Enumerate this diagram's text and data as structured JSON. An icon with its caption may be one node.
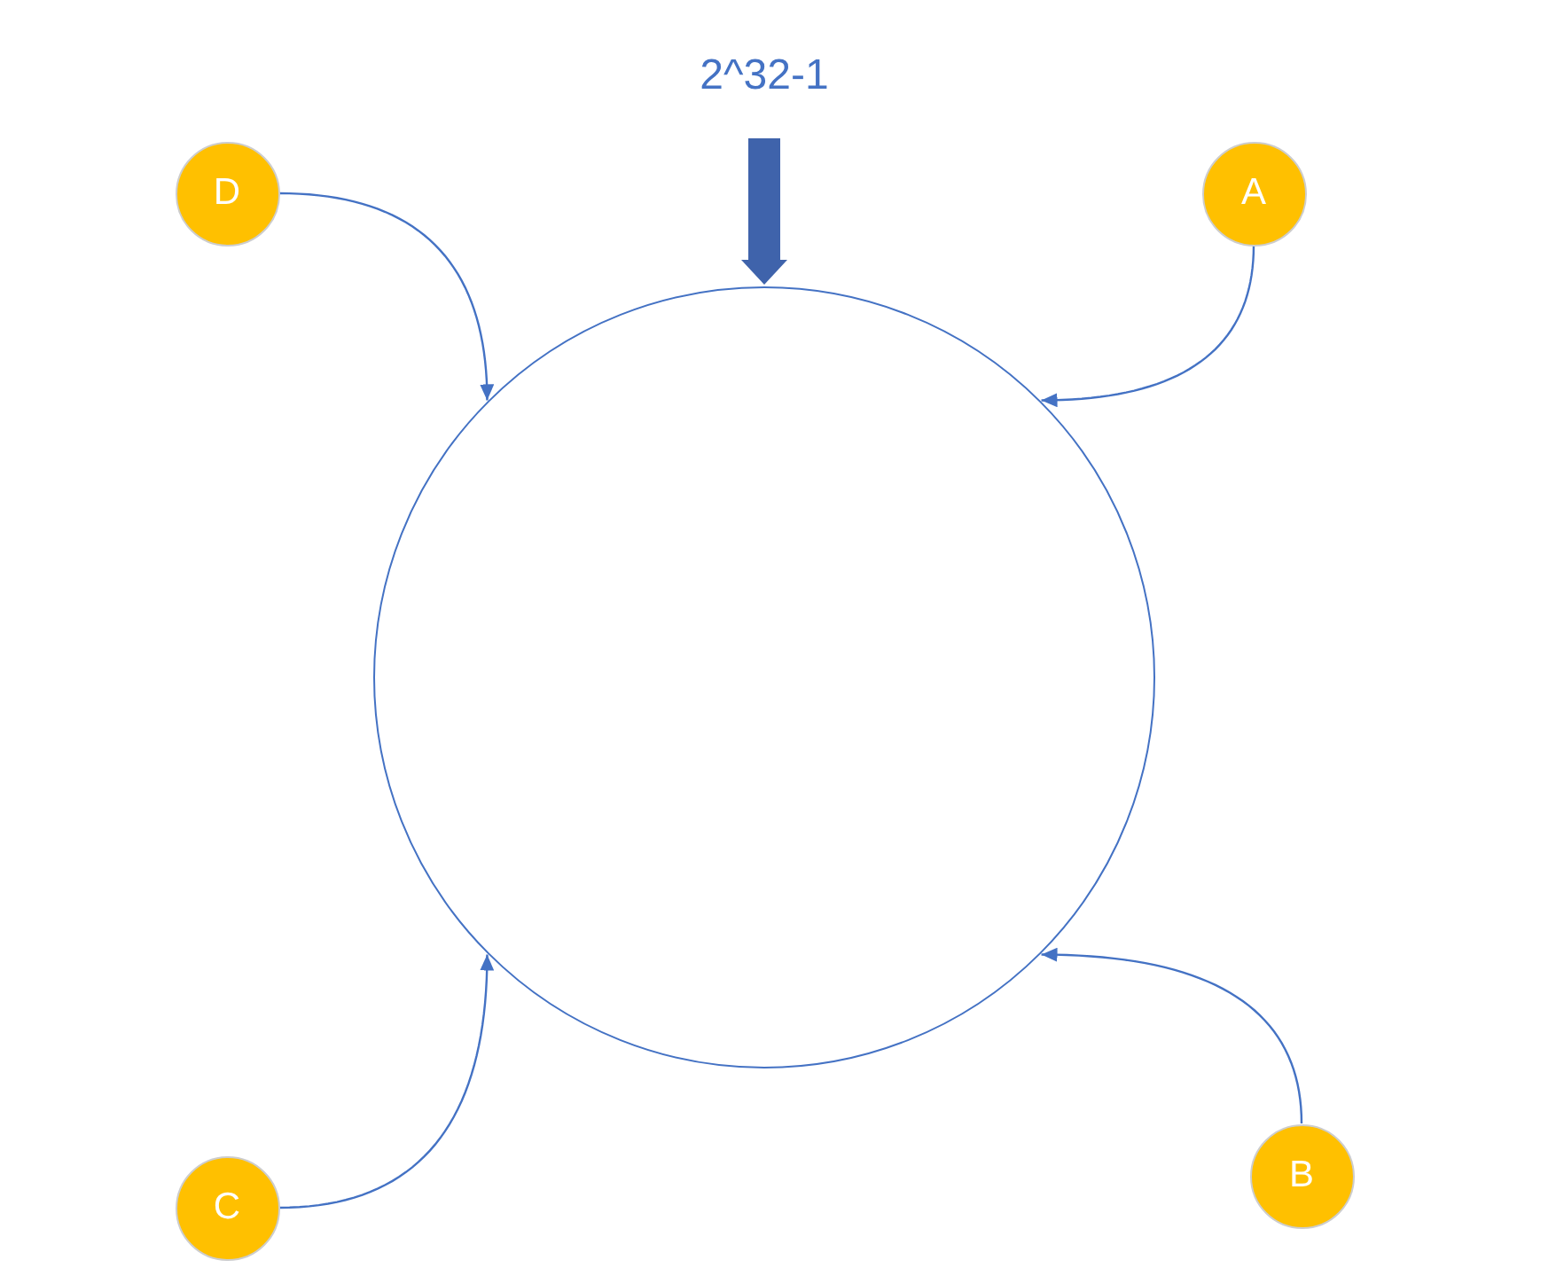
{
  "diagram": {
    "nodes": [
      {
        "text": [
          "2^32-1"
        ]
      },
      {
        "text": [
          "D"
        ]
      },
      {
        "text": [
          "A"
        ]
      },
      {
        "text": [],
        "shape": "circle"
      },
      {
        "text": [
          "C"
        ]
      },
      {
        "text": [
          "B"
        ]
      }
    ],
    "edges": [
      {
        "from": 0,
        "to": 3,
        "arrow": "to",
        "style": "thick",
        "color": "#3f63ab"
      },
      {
        "from": 1,
        "to": 3,
        "arrow": "to"
      },
      {
        "from": 2,
        "to": 3,
        "arrow": "to"
      },
      {
        "from": 4,
        "to": 3,
        "arrow": "to"
      },
      {
        "from": 5,
        "to": 3,
        "arrow": "to"
      }
    ]
  }
}
